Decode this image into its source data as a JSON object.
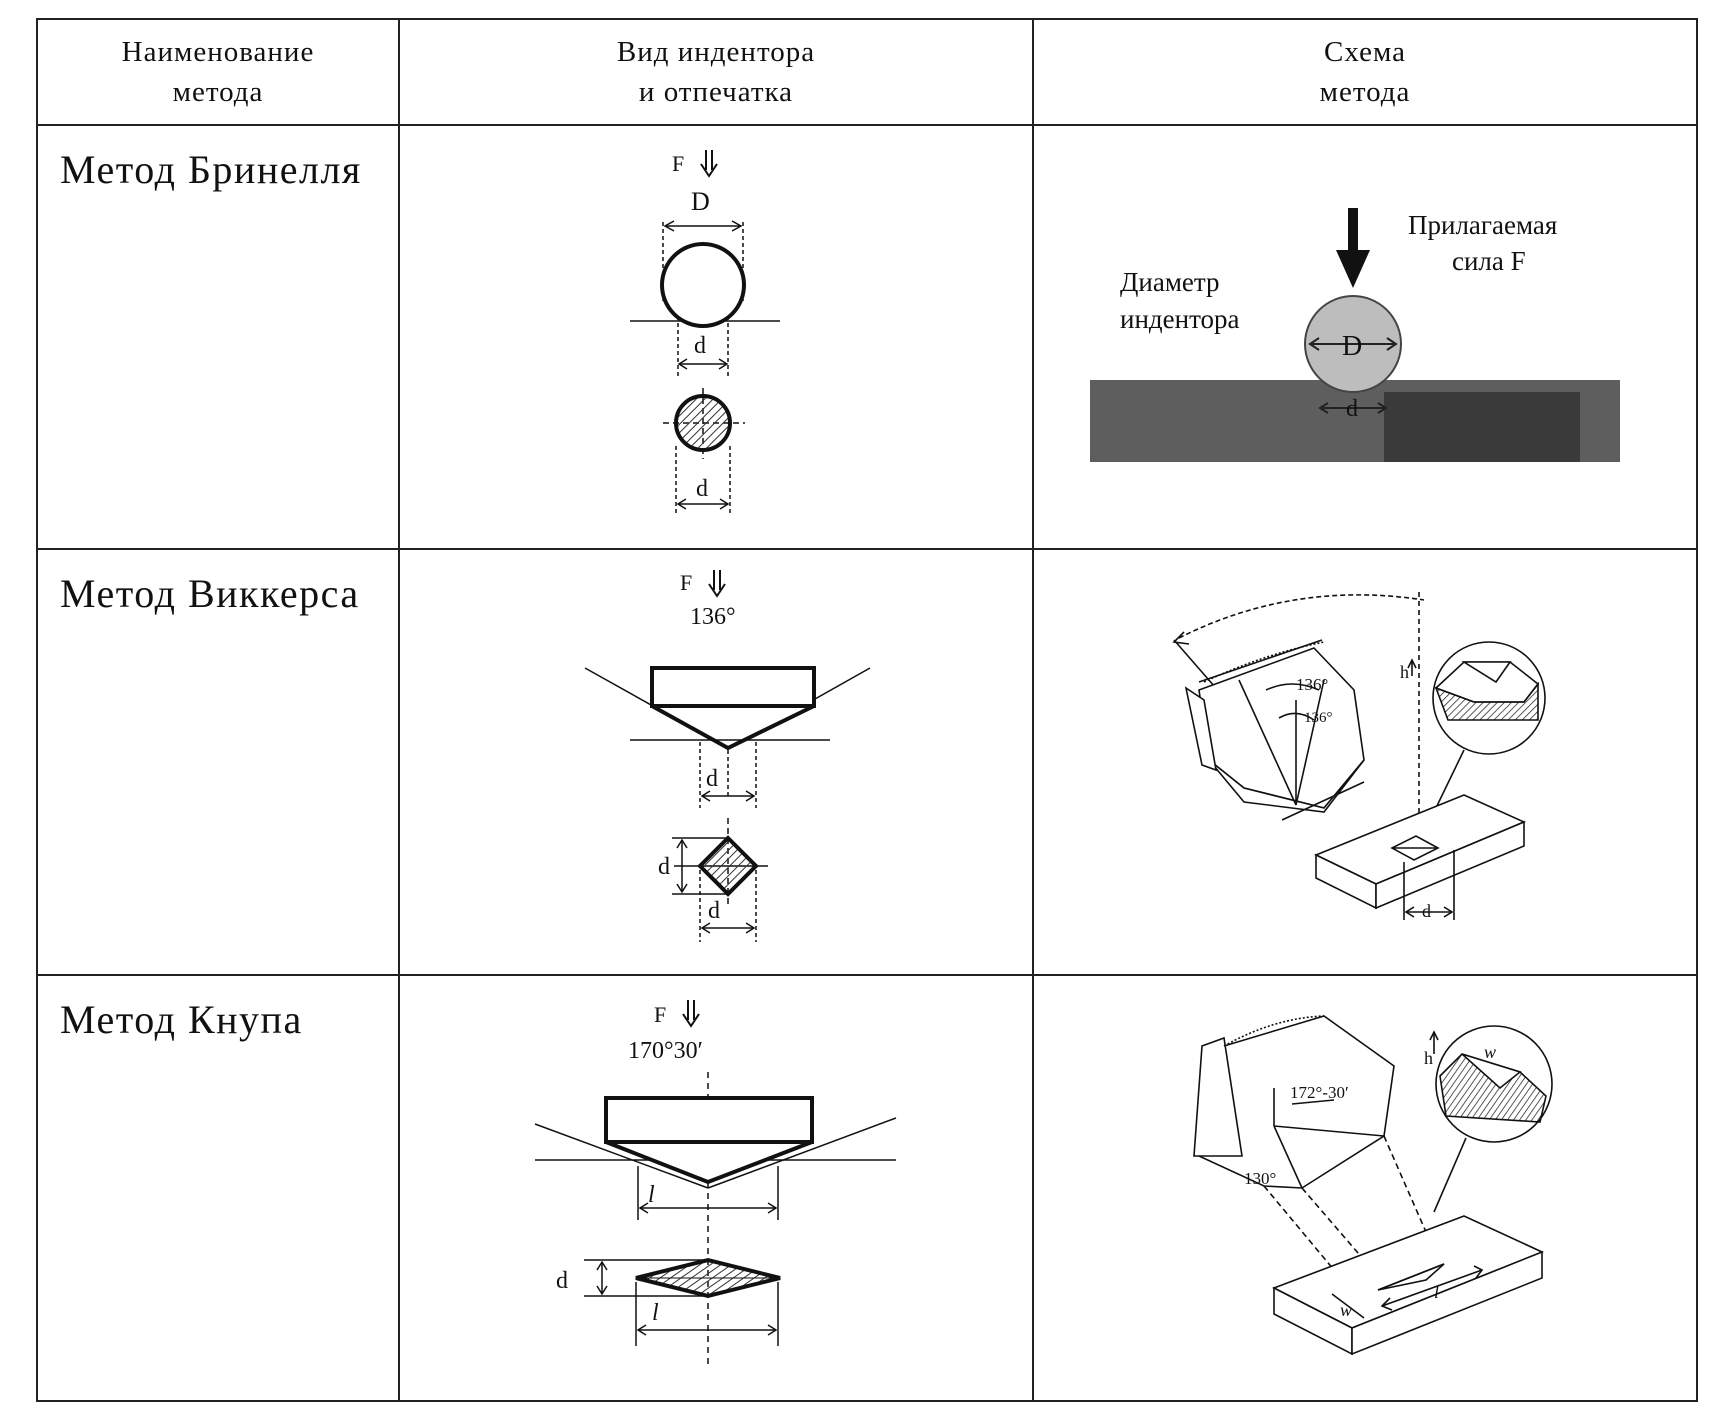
{
  "header": {
    "col1": [
      "Наименование",
      "метода"
    ],
    "col2": [
      "Вид индентора",
      "и отпечатка"
    ],
    "col3": [
      "Схема",
      "метода"
    ]
  },
  "rows": [
    {
      "method": "Метод Бринелля",
      "indenter": {
        "force": "F",
        "D": "D",
        "d_upper": "d",
        "d_lower": "d"
      },
      "schema": {
        "force_label": [
          "Прилагаемая",
          "сила F"
        ],
        "diameter_label": [
          "Диаметр",
          "индентора"
        ],
        "D": "D",
        "d": "d"
      }
    },
    {
      "method": "Метод Виккерса",
      "indenter": {
        "force": "F",
        "angle": "136°",
        "d_upper": "d",
        "d_side": "d",
        "d_lower": "d"
      },
      "schema": {
        "angle1": "136°",
        "angle2": "136°",
        "h": "h",
        "d": "d"
      }
    },
    {
      "method": "Метод Кнупа",
      "indenter": {
        "force": "F",
        "angle": "170°30′",
        "l_upper": "l",
        "d_side": "d",
        "l_lower": "l"
      },
      "schema": {
        "angle1": "172°-30′",
        "angle2": "130°",
        "h": "h",
        "w_top": "w",
        "w_bottom": "w",
        "l": "l"
      }
    }
  ],
  "colors": {
    "border": "#222222",
    "ink": "#111111",
    "hatch": "#333333",
    "shade_light": "#bdbdbd",
    "shade_dark": "#5e5e5e",
    "shade_darker": "#3a3a3a"
  }
}
